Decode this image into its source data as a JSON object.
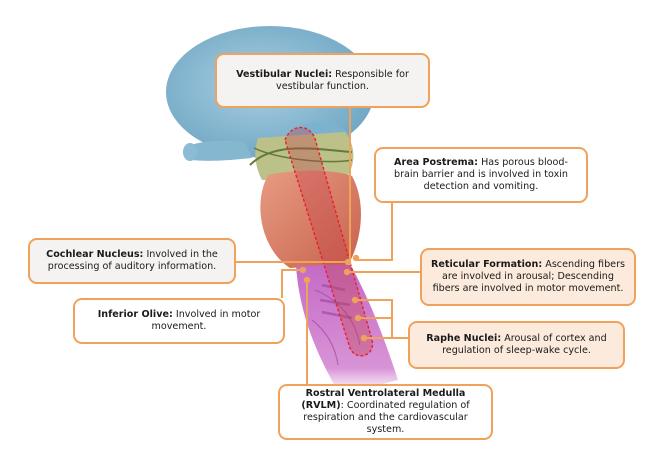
{
  "diagram": {
    "subject": "Brainstem (medulla) nuclei and their functions",
    "colors": {
      "callout_border": "#f0a25a",
      "connector": "#f0a25a",
      "cerebellum": "#7fb3cf",
      "midbrain_band": "#b9bf86",
      "pons": "#d9826a",
      "medulla": "#c77ac7",
      "highlight_outline": "#e8202a"
    },
    "callouts": [
      {
        "id": "vestibular",
        "title": "Vestibular Nuclei:",
        "text": "Responsible for vestibular function."
      },
      {
        "id": "area-postrema",
        "title": "Area Postrema:",
        "text": "Has porous blood-brain barrier and is involved in toxin detection and vomiting."
      },
      {
        "id": "reticular",
        "title": "Reticular Formation:",
        "text": "Ascending fibers are involved in arousal; Descending fibers are involved in motor movement."
      },
      {
        "id": "raphe",
        "title": "Raphe Nuclei:",
        "text": "Arousal of cortex and regulation of sleep-wake cycle."
      },
      {
        "id": "cochlear",
        "title": "Cochlear Nucleus:",
        "text": "Involved in the processing of auditory information."
      },
      {
        "id": "inferior-olive",
        "title": "Inferior Olive:",
        "text": "Involved in motor movement."
      },
      {
        "id": "rvlm",
        "title": "Rostral Ventrolateral Medulla (RVLM)",
        "text": ": Coordinated regulation of respiration and the cardiovascular system."
      }
    ]
  }
}
